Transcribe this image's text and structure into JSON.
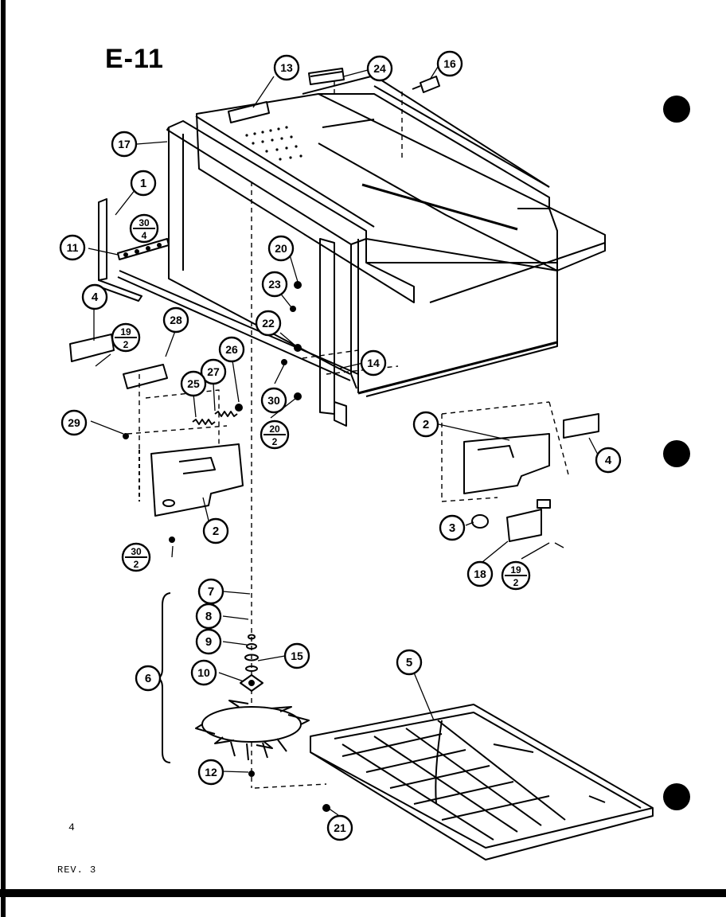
{
  "figure_id": "E-11",
  "page_number": "4",
  "revision": "REV. 3",
  "callouts": [
    {
      "id": "c13",
      "label": "13"
    },
    {
      "id": "c24",
      "label": "24"
    },
    {
      "id": "c16",
      "label": "16"
    },
    {
      "id": "c17",
      "label": "17"
    },
    {
      "id": "c1",
      "label": "1"
    },
    {
      "id": "c11",
      "label": "11"
    },
    {
      "id": "c20a",
      "label": "20"
    },
    {
      "id": "c23",
      "label": "23"
    },
    {
      "id": "c4a",
      "label": "4"
    },
    {
      "id": "c28",
      "label": "28"
    },
    {
      "id": "c22",
      "label": "22"
    },
    {
      "id": "c26",
      "label": "26"
    },
    {
      "id": "c27",
      "label": "27"
    },
    {
      "id": "c25",
      "label": "25"
    },
    {
      "id": "c14",
      "label": "14"
    },
    {
      "id": "c30",
      "label": "30"
    },
    {
      "id": "c29",
      "label": "29"
    },
    {
      "id": "c2a",
      "label": "2"
    },
    {
      "id": "c2b",
      "label": "2"
    },
    {
      "id": "c4b",
      "label": "4"
    },
    {
      "id": "c3",
      "label": "3"
    },
    {
      "id": "c18",
      "label": "18"
    },
    {
      "id": "c7",
      "label": "7"
    },
    {
      "id": "c8",
      "label": "8"
    },
    {
      "id": "c9",
      "label": "9"
    },
    {
      "id": "c15",
      "label": "15"
    },
    {
      "id": "c10",
      "label": "10"
    },
    {
      "id": "c6",
      "label": "6"
    },
    {
      "id": "c5",
      "label": "5"
    },
    {
      "id": "c12",
      "label": "12"
    },
    {
      "id": "c21",
      "label": "21"
    }
  ],
  "fraction_callouts": [
    {
      "id": "f30_4",
      "numerator": "30",
      "denominator": "4"
    },
    {
      "id": "f19_2a",
      "numerator": "19",
      "denominator": "2"
    },
    {
      "id": "f20_2",
      "numerator": "20",
      "denominator": "2"
    },
    {
      "id": "f30_2",
      "numerator": "30",
      "denominator": "2"
    },
    {
      "id": "f19_2b",
      "numerator": "19",
      "denominator": "2"
    }
  ]
}
